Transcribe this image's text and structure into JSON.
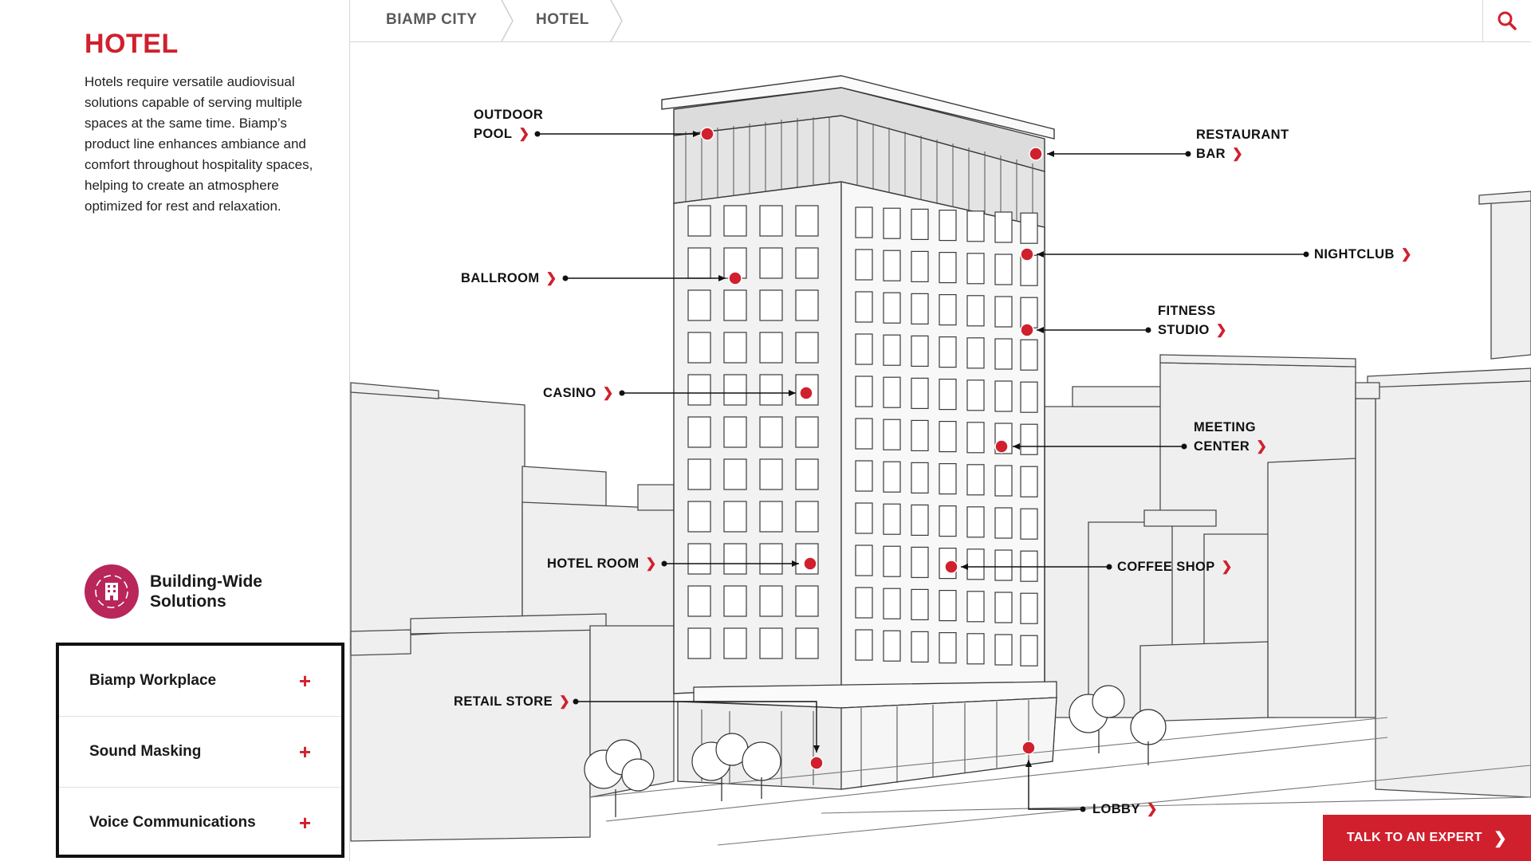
{
  "page": {
    "title": "HOTEL",
    "description": "Hotels require versatile audiovisual solutions capable of serving multiple spaces at the same time. Biamp’s product line enhances ambiance and comfort throughout hospitality spaces, helping to create an atmosphere optimized for rest and relaxation."
  },
  "breadcrumb": [
    "BIAMP CITY",
    "HOTEL"
  ],
  "building_wide": {
    "label": "Building-Wide Solutions",
    "icon": "building-icon"
  },
  "accordion": [
    {
      "label": "Biamp Workplace",
      "icon": "plus-icon"
    },
    {
      "label": "Sound Masking",
      "icon": "plus-icon"
    },
    {
      "label": "Voice Communications",
      "icon": "plus-icon"
    }
  ],
  "hotspots": {
    "outdoor_pool": [
      "OUTDOOR",
      "POOL"
    ],
    "restaurant_bar": [
      "RESTAURANT",
      "BAR"
    ],
    "ballroom": "BALLROOM",
    "nightclub": "NIGHTCLUB",
    "fitness_studio": [
      "FITNESS",
      "STUDIO"
    ],
    "casino": "CASINO",
    "meeting_center": [
      "MEETING",
      "CENTER"
    ],
    "hotel_room": "HOTEL ROOM",
    "coffee_shop": "COFFEE SHOP",
    "retail_store": "RETAIL STORE",
    "lobby": "LOBBY"
  },
  "cta": {
    "label": "TALK TO AN EXPERT"
  },
  "colors": {
    "accent": "#d0202e",
    "badge": "#b8265a",
    "building_fill": "#efefef",
    "line": "#3a3a3a"
  }
}
